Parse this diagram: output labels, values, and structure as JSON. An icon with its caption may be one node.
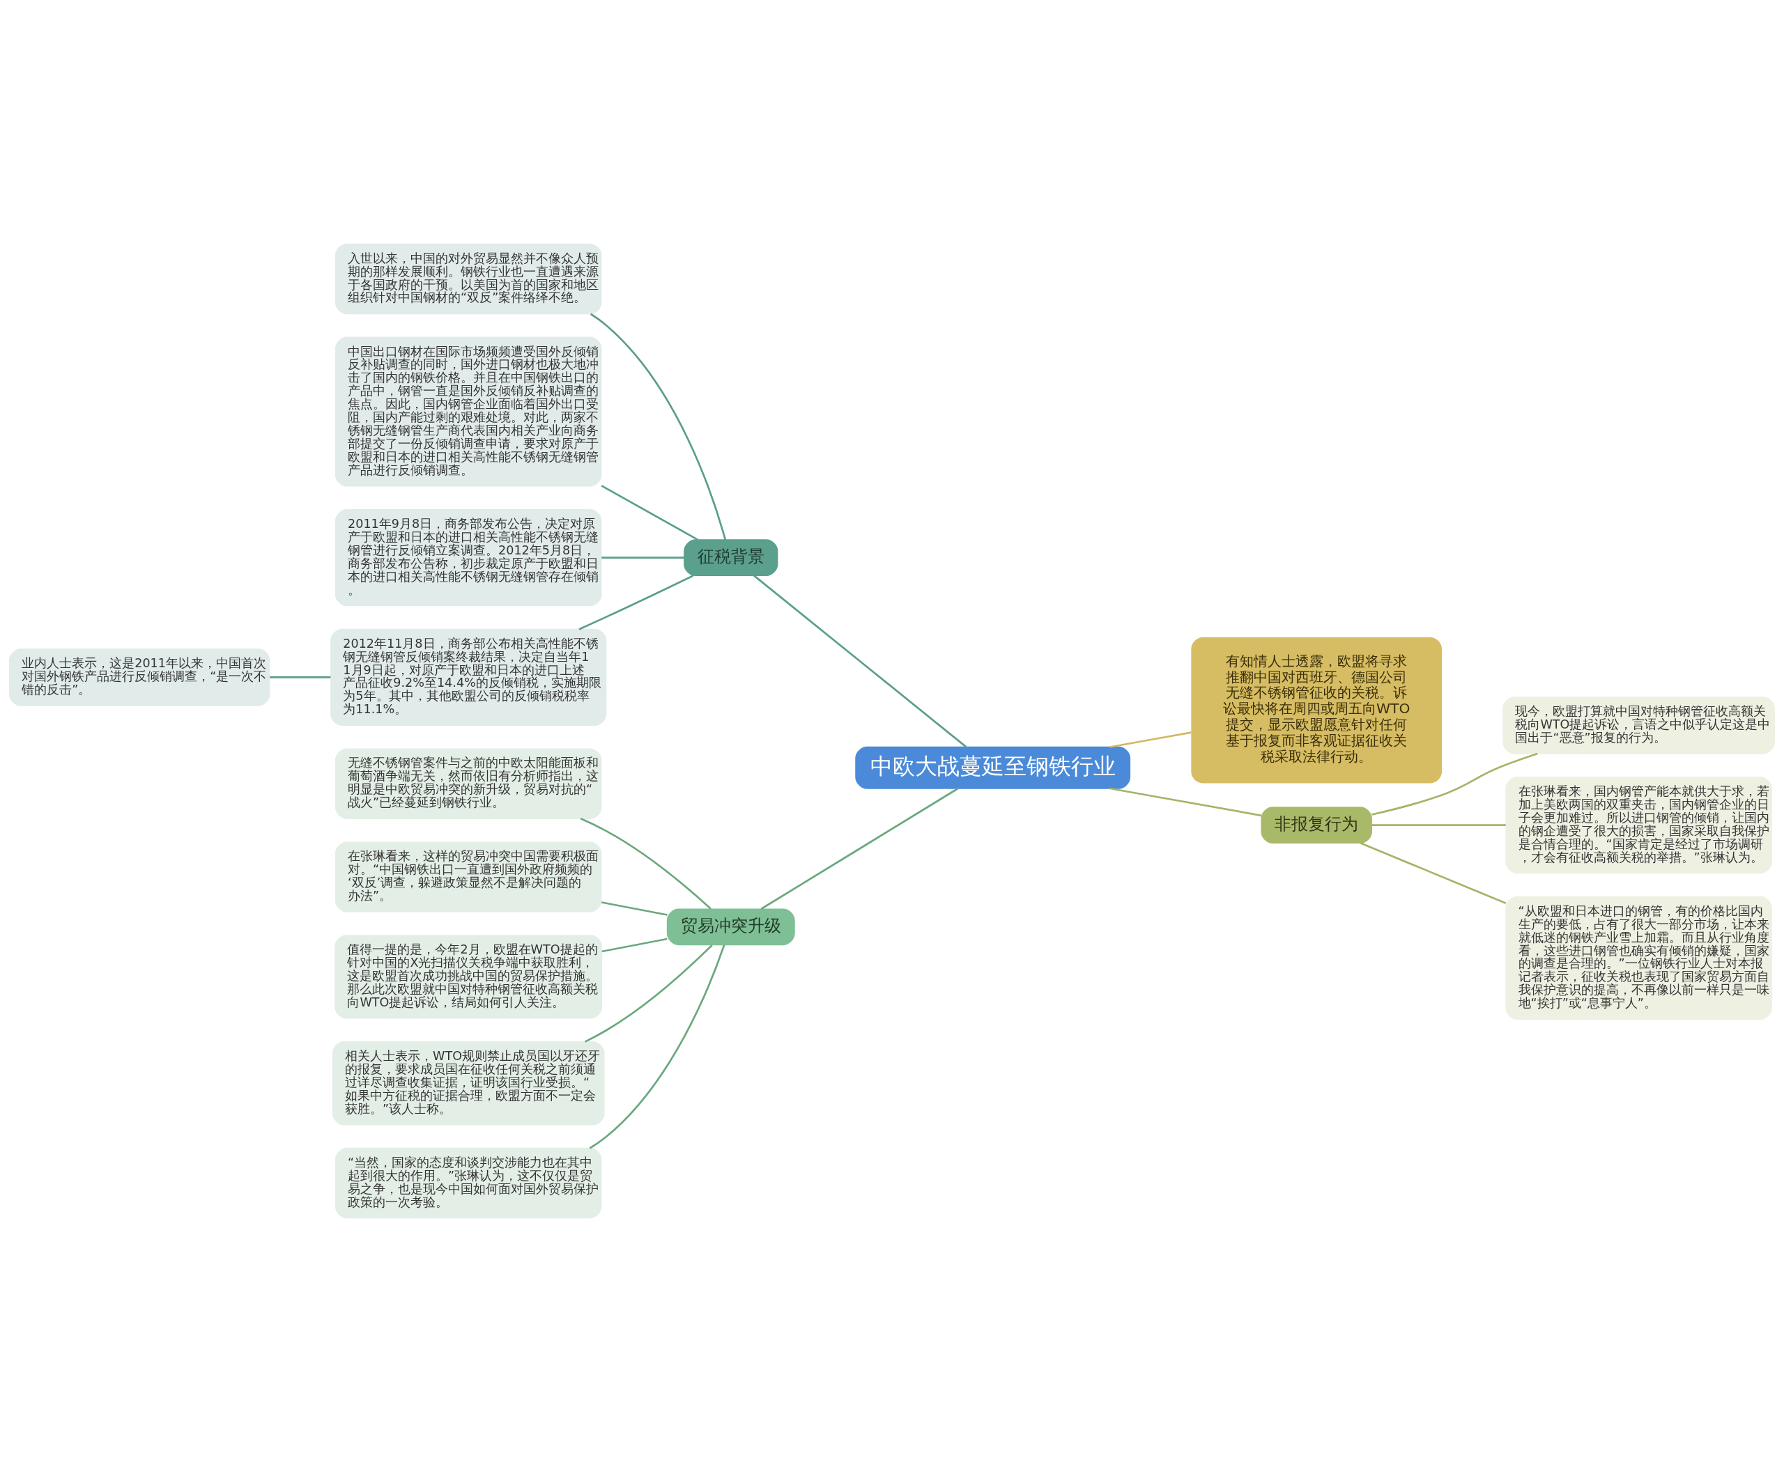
{
  "diagram": {
    "nodes": [
      {
        "text": [
          "中欧大战蔓延至钢铁行业"
        ]
      },
      {
        "text": [
          "征税背景"
        ]
      },
      {
        "text": [
          "入世以来，中国的对外贸易显然并不像众人预期的那样发展顺利。钢铁行业也一直遭遇来源于各国政府的干预。以美国为首的国家和地区组织针对中国钢材的“双反”案件络绎不绝。"
        ]
      },
      {
        "text": [
          "中国出口钢材在国际市场频频遭受国外反倾销反补贴调查的同时，国外进口钢材也极大地冲击了国内的钢铁价格。并且在中国钢铁出口的产品中，钢管一直是国外反倾销反补贴调查的焦点。因此，国内钢管企业面临着国外出口受阻，国内产能过剩的艰难处境。对此，两家不锈钢无缝钢管生产商代表国内相关产业向商务部提交了一份反倾销调查申请，要求对原产于欧盟和日本的进口相关高性能不锈钢无缝钢管产品进行反倾销调查。"
        ]
      },
      {
        "text": [
          "2011年9月8日，商务部发布公告，决定对原产于欧盟和日本的进口相关高性能不锈钢无缝钢管进行反倾销立案调查。2012年5月8日，商务部发布公告称，初步裁定原产于欧盟和日本的进口相关高性能不锈钢无缝钢管存在倾销。"
        ]
      },
      {
        "text": [
          "2012年11月8日，商务部公布相关高性能不锈钢无缝钢管反倾销案终裁结果，决定自当年11月9日起，对原产于欧盟和日本的进口上述产品征收9.2%至14.4%的反倾销税，实施期限为5年。其中，其他欧盟公司的反倾销税税率为11.1%。"
        ]
      },
      {
        "text": [
          "业内人士表示，这是2011年以来，中国首次对国外钢铁产品进行反倾销调查，“是一次不错的反击”。"
        ]
      },
      {
        "text": [
          "有知情人士透露，欧盟将寻求推翻中国对西班牙、德国公司无缝不锈钢管征收的关税。诉讼最快将在周四或周五向WTO提交，显示欧盟愿意针对任何基于报复而非客观证据征收关税采取法律行动。"
        ]
      },
      {
        "text": [
          "非报复行为"
        ]
      },
      {
        "text": [
          "现今，欧盟打算就中国对特种钢管征收高额关税向WTO提起诉讼，言语之中似乎认定这是中国出于“恶意”报复的行为。"
        ]
      },
      {
        "text": [
          "在张琳看来，国内钢管产能本就供大于求，若加上美欧两国的双重夹击，国内钢管企业的日子会更加难过。所以进口钢管的倾销，让国内的钢企遭受了很大的损害，国家采取自我保护是合情合理的。“国家肯定是经过了市场调研，才会有征收高额关税的举措。”张琳认为。"
        ]
      },
      {
        "text": [
          "“从欧盟和日本进口的钢管，有的价格比国内生产的要低，占有了很大一部分市场，让本来就低迷的钢铁产业雪上加霜。而且从行业角度看，这些进口钢管也确实有倾销的嫌疑，国家的调查是合理的。”一位钢铁行业人士对本报记者表示，征收关税也表现了国家贸易方面自我保护意识的提高，不再像以前一样只是一味地“挨打”或“息事宁人”。"
        ]
      },
      {
        "text": [
          "贸易冲突升级"
        ]
      },
      {
        "text": [
          "无缝不锈钢管案件与之前的中欧太阳能面板和葡萄酒争端无关，然而依旧有分析师指出，这明显是中欧贸易冲突的新升级，贸易对抗的“战火”已经蔓延到钢铁行业。"
        ]
      },
      {
        "text": [
          "在张琳看来，这样的贸易冲突中国需要积极面对。“中国钢铁出口一直遭到国外政府频频的‘双反’调查，躲避政策显然不是解决问题的办法”。"
        ]
      },
      {
        "text": [
          "值得一提的是，今年2月，欧盟在WTO提起的针对中国的X光扫描仪关税争端中获取胜利，这是欧盟首次成功挑战中国的贸易保护措施。那么此次欧盟就中国对特种钢管征收高额关税向WTO提起诉讼，结局如何引人关注。"
        ]
      },
      {
        "text": [
          "相关人士表示，WTO规则禁止成员国以牙还牙的报复，要求成员国在征收任何关税之前须通过详尽调查收集证据，证明该国行业受损。“如果中方征税的证据合理，欧盟方面不一定会获胜。”该人士称。"
        ]
      },
      {
        "text": [
          "“当然，国家的态度和谈判交涉能力也在其中起到很大的作用。”张琳认为，这不仅仅是贸易之争，也是现今中国如何面对国外贸易保护政策的一次考验。"
        ]
      }
    ],
    "edges": [
      {
        "from": 0,
        "to": 1,
        "arrow": "none",
        "color": "#5a9e8c"
      },
      {
        "from": 1,
        "to": 2,
        "arrow": "none",
        "color": "#5a9e8c"
      },
      {
        "from": 1,
        "to": 3,
        "arrow": "none",
        "color": "#5a9e8c"
      },
      {
        "from": 1,
        "to": 4,
        "arrow": "none",
        "color": "#5a9e8c"
      },
      {
        "from": 1,
        "to": 5,
        "arrow": "none",
        "color": "#5a9e8c"
      },
      {
        "from": 5,
        "to": 6,
        "arrow": "none",
        "color": "#5a9e8c"
      },
      {
        "from": 0,
        "to": 7,
        "arrow": "none",
        "color": "#d2b85e"
      },
      {
        "from": 0,
        "to": 8,
        "arrow": "none",
        "color": "#a4b467"
      },
      {
        "from": 8,
        "to": 9,
        "arrow": "none",
        "color": "#a4b467"
      },
      {
        "from": 8,
        "to": 10,
        "arrow": "none",
        "color": "#a4b467"
      },
      {
        "from": 8,
        "to": 11,
        "arrow": "none",
        "color": "#a4b467"
      },
      {
        "from": 0,
        "to": 12,
        "arrow": "none",
        "color": "#6aa87e"
      },
      {
        "from": 12,
        "to": 13,
        "arrow": "none",
        "color": "#6aa87e"
      },
      {
        "from": 12,
        "to": 14,
        "arrow": "none",
        "color": "#6aa87e"
      },
      {
        "from": 12,
        "to": 15,
        "arrow": "none",
        "color": "#6aa87e"
      },
      {
        "from": 12,
        "to": 16,
        "arrow": "none",
        "color": "#6aa87e"
      },
      {
        "from": 12,
        "to": 17,
        "arrow": "none",
        "color": "#6aa87e"
      }
    ]
  }
}
